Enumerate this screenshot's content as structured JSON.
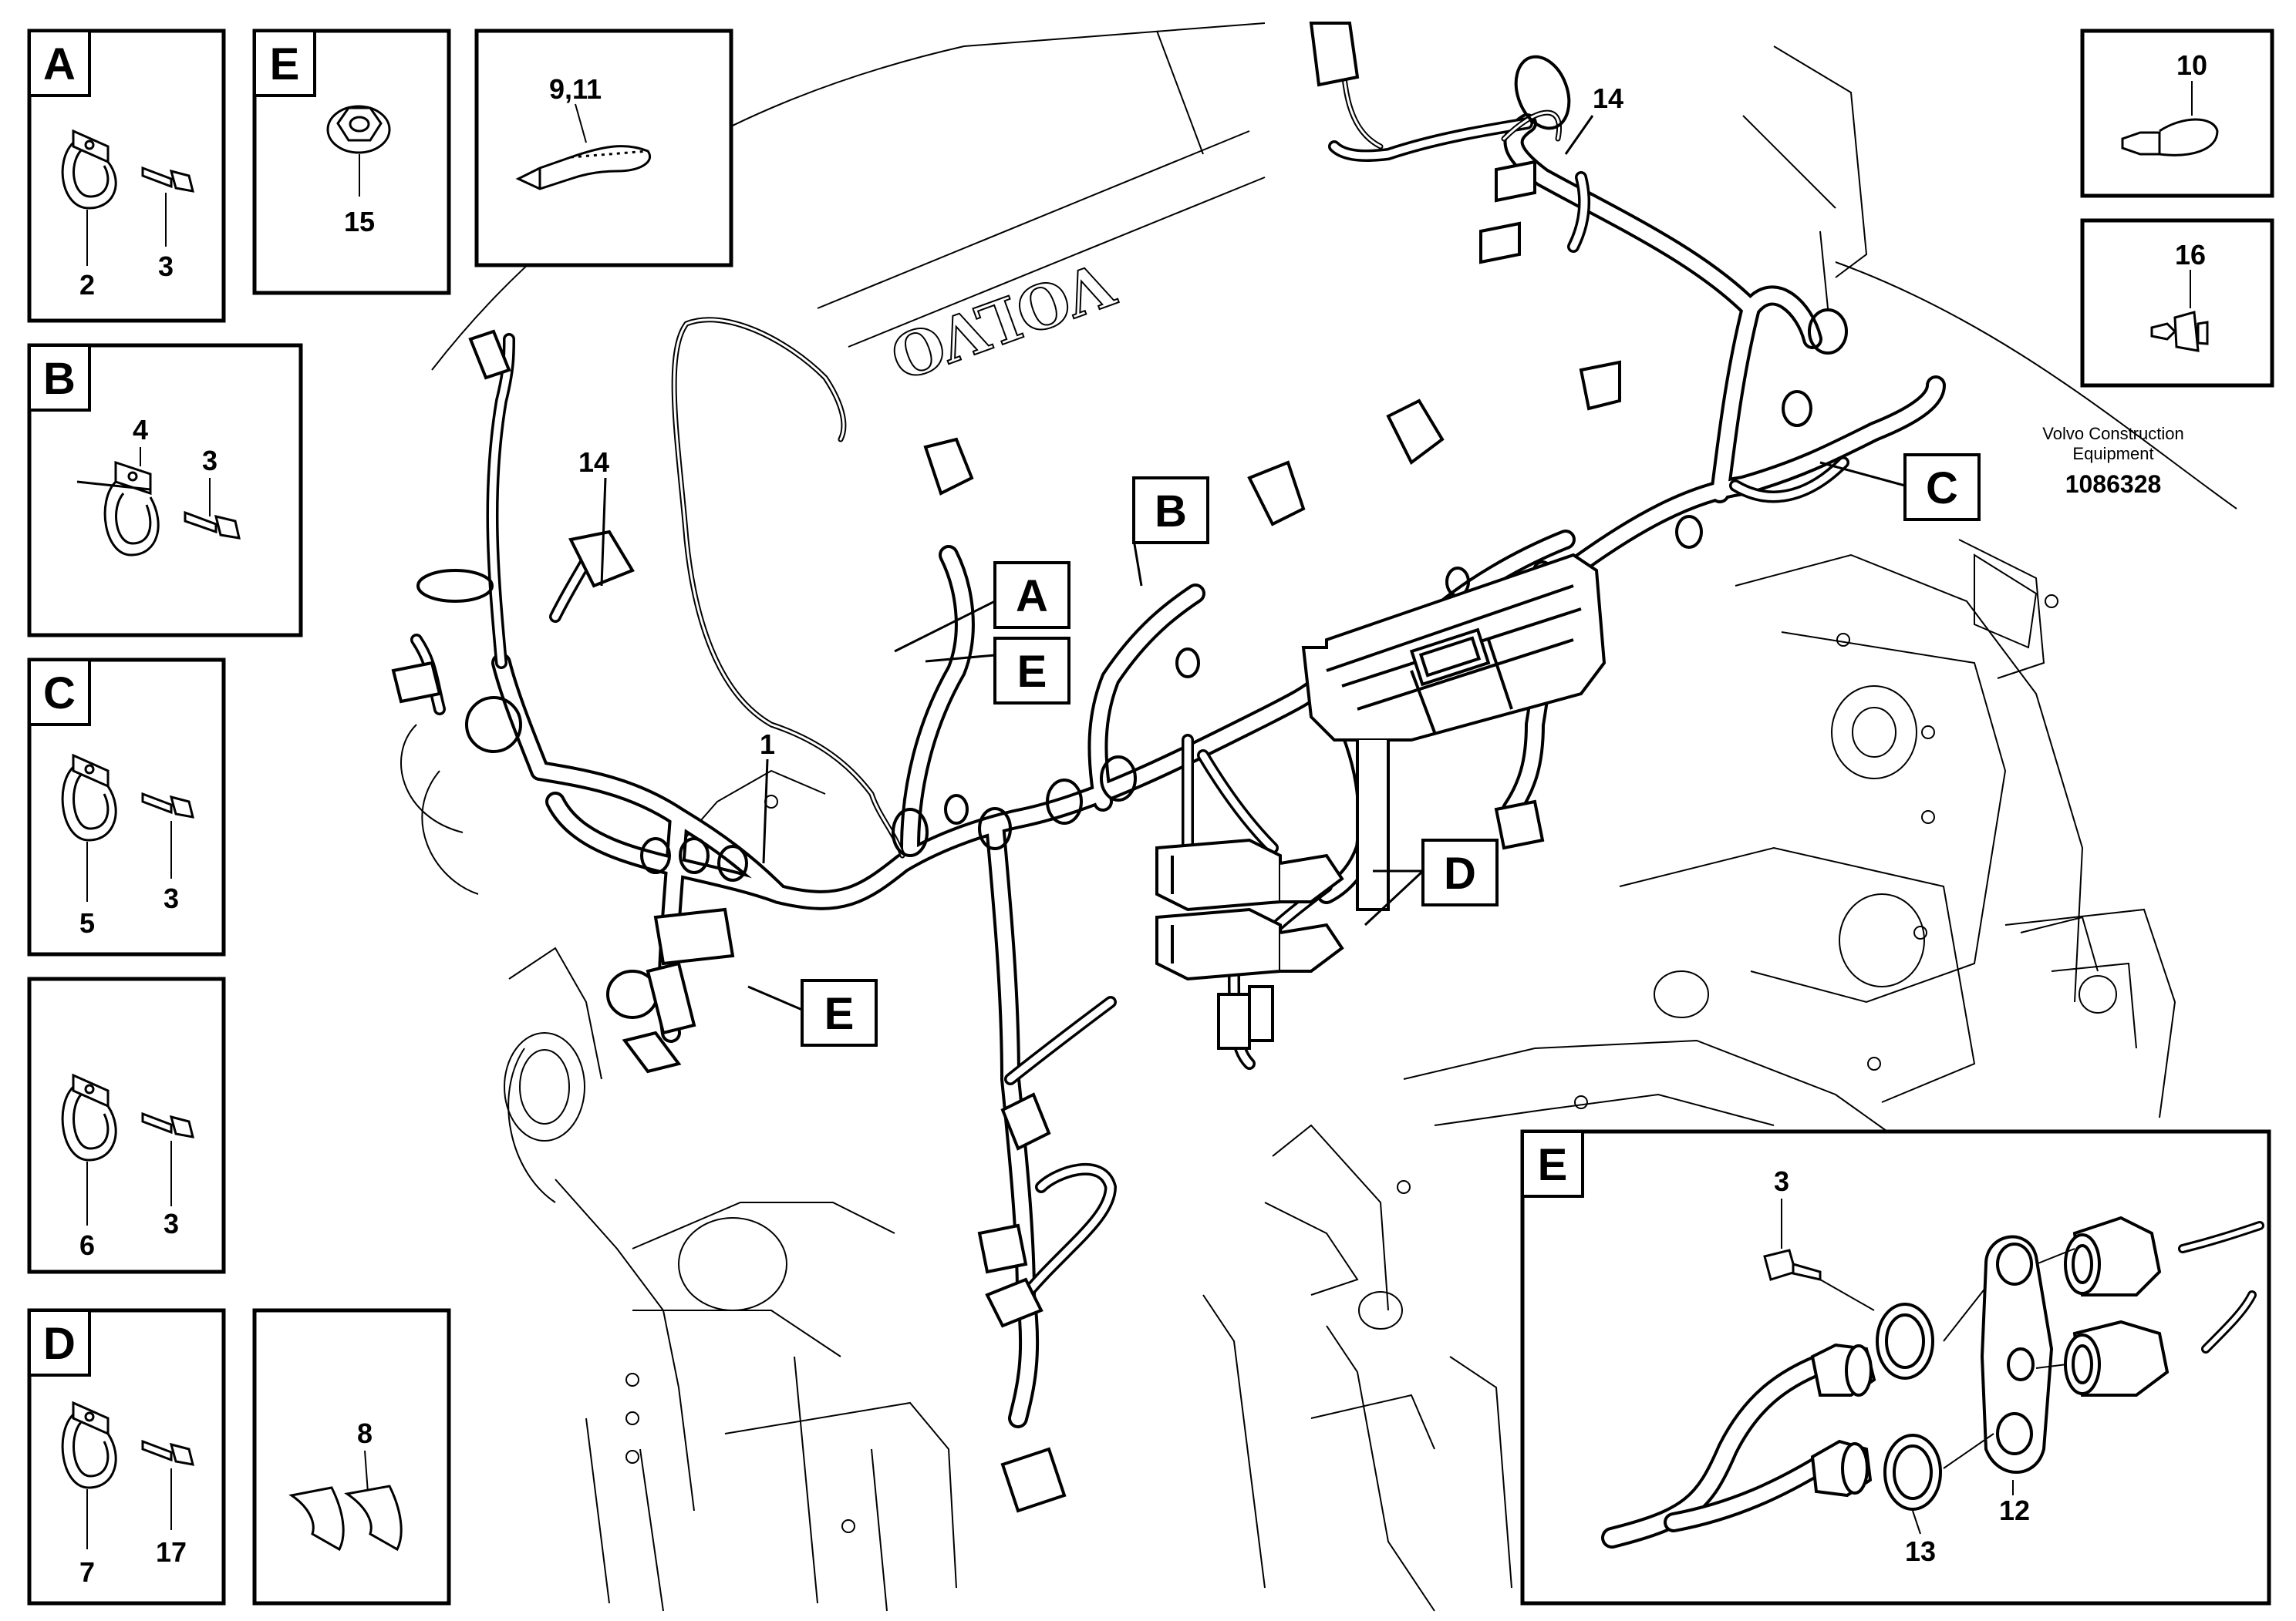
{
  "legend_boxes": {
    "A": {
      "letter": "A",
      "parts": [
        "2",
        "3"
      ]
    },
    "B": {
      "letter": "B",
      "parts": [
        "4",
        "3"
      ]
    },
    "C": {
      "letter": "C",
      "parts": [
        "5",
        "3"
      ]
    },
    "F": {
      "parts": [
        "6",
        "3"
      ]
    },
    "D": {
      "letter": "D",
      "parts": [
        "7",
        "17"
      ]
    },
    "E": {
      "letter": "E",
      "parts": [
        "15"
      ]
    },
    "H": {
      "parts": [
        "9,11"
      ]
    },
    "G": {
      "parts": [
        "8"
      ]
    },
    "TR1": {
      "parts": [
        "10"
      ]
    },
    "TR2": {
      "parts": [
        "16"
      ]
    }
  },
  "detail_E": {
    "letter": "E",
    "parts": [
      "3",
      "12",
      "13"
    ]
  },
  "callouts": {
    "A": "A",
    "B": "B",
    "C": "C",
    "D": "D",
    "E1": "E",
    "E2": "E",
    "n1": "1",
    "n14a": "14",
    "n14b": "14"
  },
  "engine_logo": "VOLVO",
  "corporate": {
    "line1": "Volvo Construction",
    "line2": "Equipment",
    "code": "1086328"
  }
}
